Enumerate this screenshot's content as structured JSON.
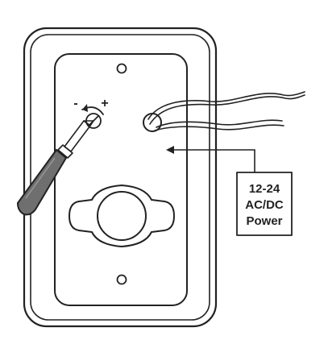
{
  "power_label": {
    "line1": "12-24",
    "line2": "AC/DC",
    "line3": "Power"
  },
  "adjust": {
    "minus": "-",
    "plus": "+"
  },
  "colors": {
    "stroke": "#222222",
    "screwdriver_handle": "#6f6f6f",
    "background": "#ffffff"
  }
}
